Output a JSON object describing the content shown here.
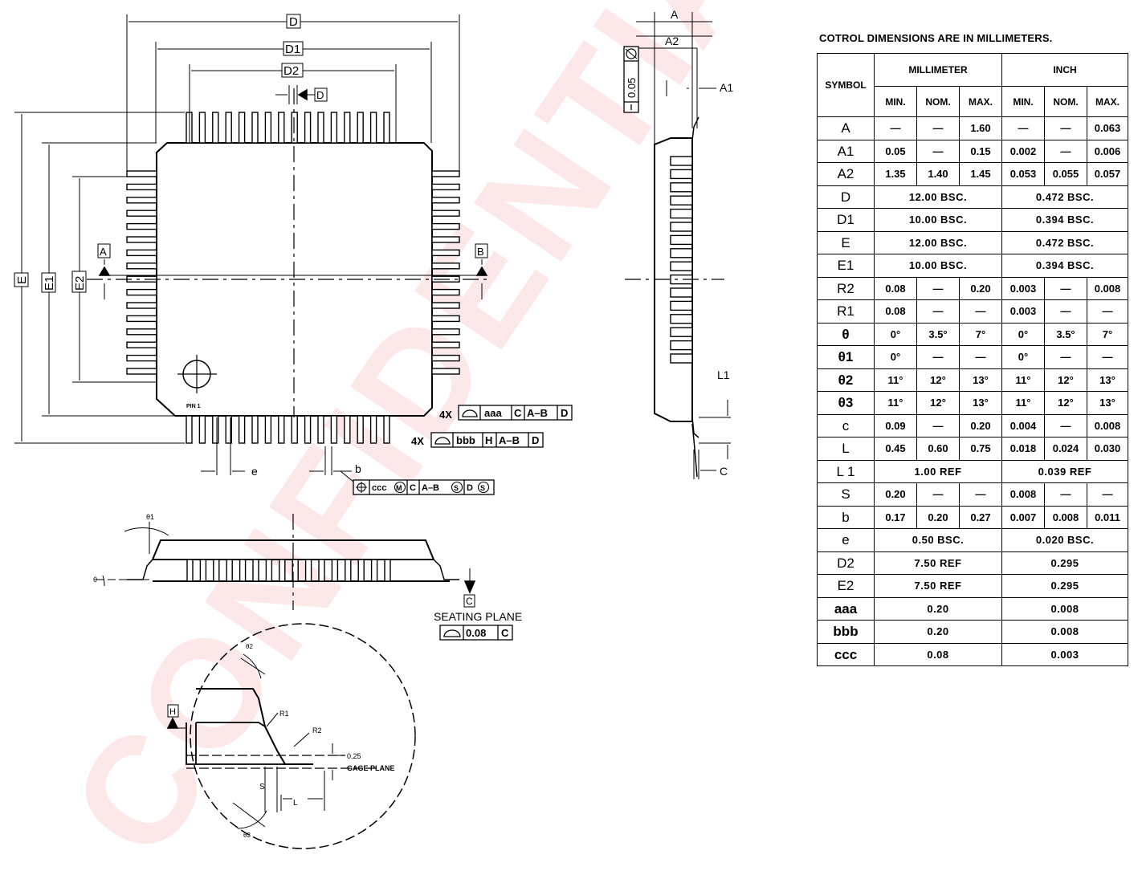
{
  "drawing": {
    "top_view": {
      "dim_D": "D",
      "dim_D1": "D1",
      "dim_D2": "D2",
      "datum_D": "D",
      "datum_A": "A",
      "datum_B": "B",
      "dim_E": "E",
      "dim_E1": "E1",
      "dim_E2": "E2",
      "pin1": "PIN 1",
      "pitch_e": "e",
      "width_b": "b",
      "fcf_aaa": [
        "4X",
        "aaa",
        "C",
        "A–B",
        "D"
      ],
      "fcf_bbb": [
        "4X",
        "bbb",
        "H",
        "A–B",
        "D"
      ],
      "fcf_ccc": [
        "ccc",
        "M",
        "C",
        "A–B",
        "S",
        "D",
        "S"
      ]
    },
    "side_view": {
      "dim_A": "A",
      "dim_A2": "A2",
      "dim_A1": "A1",
      "flatness": "0.05",
      "dim_L1": "L1",
      "dim_C": "C"
    },
    "front_view": {
      "theta1": "θ1",
      "theta": "θ",
      "datum_C": "C",
      "seating_plane": "SEATING PLANE",
      "fcf_008": "0.08",
      "fcf_008_ref": "C"
    },
    "detail_view": {
      "theta2": "θ2",
      "theta3": "θ3",
      "datum_H": "H",
      "r1": "R1",
      "r2": "R2",
      "gauge_value": "0.25",
      "gauge_plane": "GAGE PLANE",
      "s": "S",
      "l": "L"
    },
    "watermark": "CONFIDENTIAL"
  },
  "table": {
    "title": "COTROL  DIMENSIONS  ARE  IN  MILLIMETERS.",
    "symbol_header": "SYMBOL",
    "group_headers": [
      "MILLIMETER",
      "INCH"
    ],
    "sub_headers": [
      "MIN.",
      "NOM.",
      "MAX.",
      "MIN.",
      "NOM.",
      "MAX."
    ],
    "rows": [
      {
        "symbol": "A",
        "cells": [
          "—",
          "—",
          "1.60",
          "—",
          "—",
          "0.063"
        ]
      },
      {
        "symbol": "A1",
        "cells": [
          "0.05",
          "—",
          "0.15",
          "0.002",
          "—",
          "0.006"
        ]
      },
      {
        "symbol": "A2",
        "cells": [
          "1.35",
          "1.40",
          "1.45",
          "0.053",
          "0.055",
          "0.057"
        ]
      },
      {
        "symbol": "D",
        "mm": "12.00  BSC.",
        "inch": "0.472  BSC."
      },
      {
        "symbol": "D1",
        "mm": "10.00  BSC.",
        "inch": "0.394  BSC."
      },
      {
        "symbol": "E",
        "mm": "12.00  BSC.",
        "inch": "0.472  BSC."
      },
      {
        "symbol": "E1",
        "mm": "10.00  BSC.",
        "inch": "0.394  BSC."
      },
      {
        "symbol": "R2",
        "cells": [
          "0.08",
          "—",
          "0.20",
          "0.003",
          "—",
          "0.008"
        ]
      },
      {
        "symbol": "R1",
        "cells": [
          "0.08",
          "—",
          "—",
          "0.003",
          "—",
          "—"
        ]
      },
      {
        "symbol": "θ",
        "cells": [
          "0°",
          "3.5°",
          "7°",
          "0°",
          "3.5°",
          "7°"
        ]
      },
      {
        "symbol": "θ1",
        "cells": [
          "0°",
          "—",
          "—",
          "0°",
          "—",
          "—"
        ]
      },
      {
        "symbol": "θ2",
        "cells": [
          "11°",
          "12°",
          "13°",
          "11°",
          "12°",
          "13°"
        ]
      },
      {
        "symbol": "θ3",
        "cells": [
          "11°",
          "12°",
          "13°",
          "11°",
          "12°",
          "13°"
        ]
      },
      {
        "symbol": "c",
        "cells": [
          "0.09",
          "—",
          "0.20",
          "0.004",
          "—",
          "0.008"
        ]
      },
      {
        "symbol": "L",
        "cells": [
          "0.45",
          "0.60",
          "0.75",
          "0.018",
          "0.024",
          "0.030"
        ]
      },
      {
        "symbol": "L 1",
        "mm": "1.00  REF",
        "inch": "0.039  REF"
      },
      {
        "symbol": "S",
        "cells": [
          "0.20",
          "—",
          "—",
          "0.008",
          "—",
          "—"
        ]
      },
      {
        "symbol": "b",
        "cells": [
          "0.17",
          "0.20",
          "0.27",
          "0.007",
          "0.008",
          "0.011"
        ]
      },
      {
        "symbol": "e",
        "mm": "0.50  BSC.",
        "inch": "0.020  BSC."
      },
      {
        "symbol": "D2",
        "mm": "7.50  REF",
        "inch": "0.295"
      },
      {
        "symbol": "E2",
        "mm": "7.50  REF",
        "inch": "0.295"
      },
      {
        "symbol": "aaa",
        "mm": "0.20",
        "inch": "0.008"
      },
      {
        "symbol": "bbb",
        "mm": "0.20",
        "inch": "0.008"
      },
      {
        "symbol": "ccc",
        "mm": "0.08",
        "inch": "0.003"
      }
    ]
  }
}
